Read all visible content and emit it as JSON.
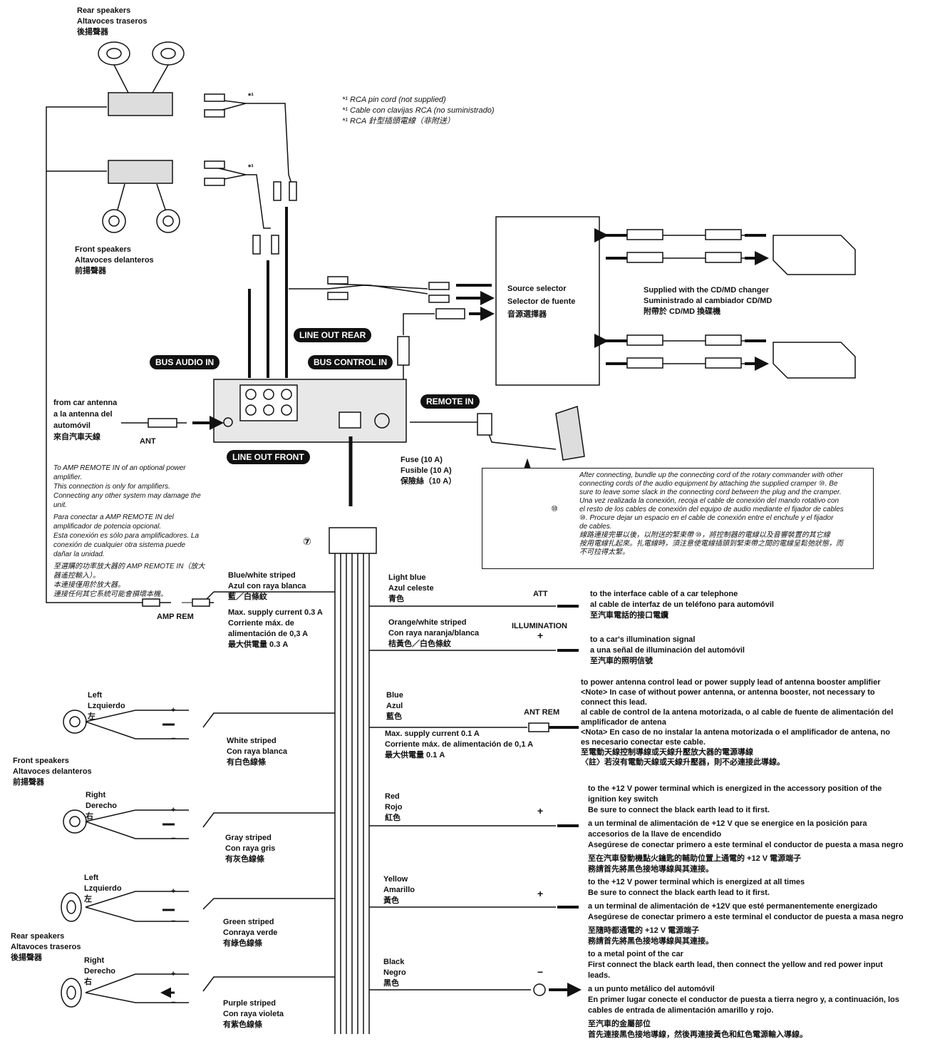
{
  "rear_speakers_top": [
    "Rear speakers",
    "Altavoces traseros",
    "後揚聲器"
  ],
  "front_speakers_top": [
    "Front speakers",
    "Altavoces delanteros",
    "前揚聲器"
  ],
  "rca_note": [
    "*¹  RCA pin cord (not supplied)",
    "*¹  Cable con clavijas RCA (no suministrado)",
    "*¹  RCA 針型插頭電線（非附送）"
  ],
  "star1": "*¹",
  "source_selector": [
    "Source selector",
    "Selector de fuente",
    "音源選擇器"
  ],
  "changer_note": [
    "Supplied with the CD/MD changer",
    "Suministrado al cambiador CD/MD",
    "附帶於 CD/MD 換碟機"
  ],
  "labels": {
    "line_out_rear": "LINE OUT REAR",
    "bus_audio_in": "BUS AUDIO IN",
    "bus_control_in": "BUS CONTROL IN",
    "remote_in": "REMOTE IN",
    "line_out_front": "LINE OUT FRONT"
  },
  "antenna": [
    "from car antenna",
    "a la antenna del",
    "automóvil",
    "來自汽車天線"
  ],
  "ant": "ANT",
  "fuse": [
    "Fuse (10 A)",
    "Fusible (10 A)",
    "保險絲（10 A）"
  ],
  "amp_remote_note": [
    "To AMP REMOTE IN of an optional power",
    "amplifier.",
    "This connection is only for amplifiers.",
    "Connecting any other system may damage the",
    "unit.",
    "Para conectar a AMP REMOTE IN del",
    "amplificador de potencia opcional.",
    "Esta conexión es sólo para amplificadores. La",
    "conexión de cualquier otra sistema puede",
    "dañar la unidad.",
    "至選購的功率放大器的 AMP REMOTE IN（放大",
    "器遙控輸入）。",
    "本連接僅用於放大器。",
    "連接任何其它系統可能會損壞本機。"
  ],
  "commander_note": [
    "After connecting, bundle up the connecting cord of the rotary commander with other",
    "connecting cords of the audio equipment by attaching the supplied cramper ⑩. Be",
    "sure to leave some slack in the connecting cord between the plug and the cramper.",
    "Una vez realizada la conexión, recoja el cable de conexión del mando rotativo con",
    "el resto de los cables de conexión del equipo de audio mediante el fijador de cables",
    "⑩. Procure dejar un espacio en el cable de conexión entre el enchufe y el fijador",
    "de cables.",
    "線路連接完畢以後，以附送的緊束帶 ⑩，將控制器的電線以及音響裝置的其它線",
    "按用電線扎起來。扎電線時，須注意使電線插頭到緊束帶之間的電線呈鬆弛狀態，而",
    "不可拉得太緊。"
  ],
  "cramper_num": "⑩",
  "connector_num": "⑦",
  "blue_white": [
    "Blue/white striped",
    "Azul con raya blanca",
    "藍／白條紋"
  ],
  "amp_rem": "AMP REM",
  "amp_rem_current": [
    "Max. supply current 0.3 A",
    "Corriente máx. de",
    "alimentación de 0,3 A",
    "最大供電量 0.3 A"
  ],
  "light_blue": [
    "Light blue",
    "Azul celeste",
    "青色"
  ],
  "att": "ATT",
  "att_dest": [
    "to the interface cable of a car telephone",
    "al cable de interfaz de un teléfono para automóvil",
    "至汽車電話的接口電纜"
  ],
  "orange_white": [
    "Orange/white striped",
    "Con raya naranja/blanca",
    "桔黃色／白色條紋"
  ],
  "illumination": "ILLUMINATION",
  "illum_dest": [
    "to a car's illumination signal",
    "a una señal de illuminación del automóvil",
    "至汽車的照明信號"
  ],
  "ant_note": [
    "to power antenna control lead or power supply lead of antenna booster amplifier",
    "<Note> In case of without power antenna, or antenna booster, not necessary to",
    "connect this lead.",
    "al cable de control de la antena motorizada, o al cable de fuente de alimentación del",
    "amplificador de antena",
    "<Nota>  En caso de no instalar la antena motorizada o el amplificador de antena, no",
    "es necesario conectar este cable.",
    "至電動天線控制導線或天線升壓放大器的電源導線",
    "〈註〉若沒有電動天線或天線升壓器，則不必連接此導線。"
  ],
  "blue": [
    "Blue",
    "Azul",
    "藍色"
  ],
  "ant_rem": "ANT REM",
  "ant_rem_current": [
    "Max. supply current 0.1 A",
    "Corriente máx. de alimentación de 0,1 A",
    "最大供電量 0.1 A"
  ],
  "red": [
    "Red",
    "Rojo",
    "紅色"
  ],
  "red_dest": [
    "to the +12 V power terminal which is energized in the accessory position of the",
    "ignition key switch",
    "Be sure to connect the black earth lead to it first.",
    "a un terminal de alimentación de +12 V que se energice en la posición para",
    "accesorios de la llave de encendido",
    "Asegúrese de conectar primero a este terminal el conductor de puesta a masa negro",
    "至在汽車發動機點火鑰匙的輔助位置上通電的 +12 V 電源端子",
    "務請首先將黑色接地導線與其連接。"
  ],
  "yellow": [
    "Yellow",
    "Amarillo",
    "黃色"
  ],
  "yellow_dest": [
    "to the +12 V power terminal which is energized at all times",
    "Be sure to connect the black earth lead to it first.",
    "a un terminal de alimentación de +12V que esté permanentemente energizado",
    "Asegúrese de conectar primero a este terminal el conductor de puesta a masa negro",
    "至隨時都通電的 +12 V 電源端子",
    "務請首先將黑色接地導線與其連接。"
  ],
  "black": [
    "Black",
    "Negro",
    "黑色"
  ],
  "black_dest": [
    "to a metal point of the car",
    "First connect the black earth lead, then connect the yellow and red power input",
    "leads.",
    "a un punto metálico del automóvil",
    "En primer lugar conecte el conductor de puesta a tierra negro y, a continuación, los",
    "cables de entrada de alimentación amarillo y rojo.",
    "至汽車的金屬部位",
    "首先連接黑色接地導線，然後再連接黃色和紅色電源輸入導線。"
  ],
  "spk_left": [
    "Left",
    "Lzquierdo",
    "左"
  ],
  "spk_right": [
    "Right",
    "Derecho",
    "右"
  ],
  "white_striped": [
    "White striped",
    "Con raya blanca",
    "有白色線條"
  ],
  "gray_striped": [
    "Gray striped",
    "Con raya gris",
    "有灰色線條"
  ],
  "green_striped": [
    "Green striped",
    "Conraya verde",
    "有綠色線條"
  ],
  "purple_striped": [
    "Purple striped",
    "Con raya violeta",
    "有紫色線條"
  ],
  "front_speakers_side": [
    "Front speakers",
    "Altavoces delanteros",
    "前揚聲器"
  ],
  "rear_speakers_side": [
    "Rear speakers",
    "Altavoces traseros",
    "後揚聲器"
  ],
  "plus": "+",
  "minus": "−"
}
